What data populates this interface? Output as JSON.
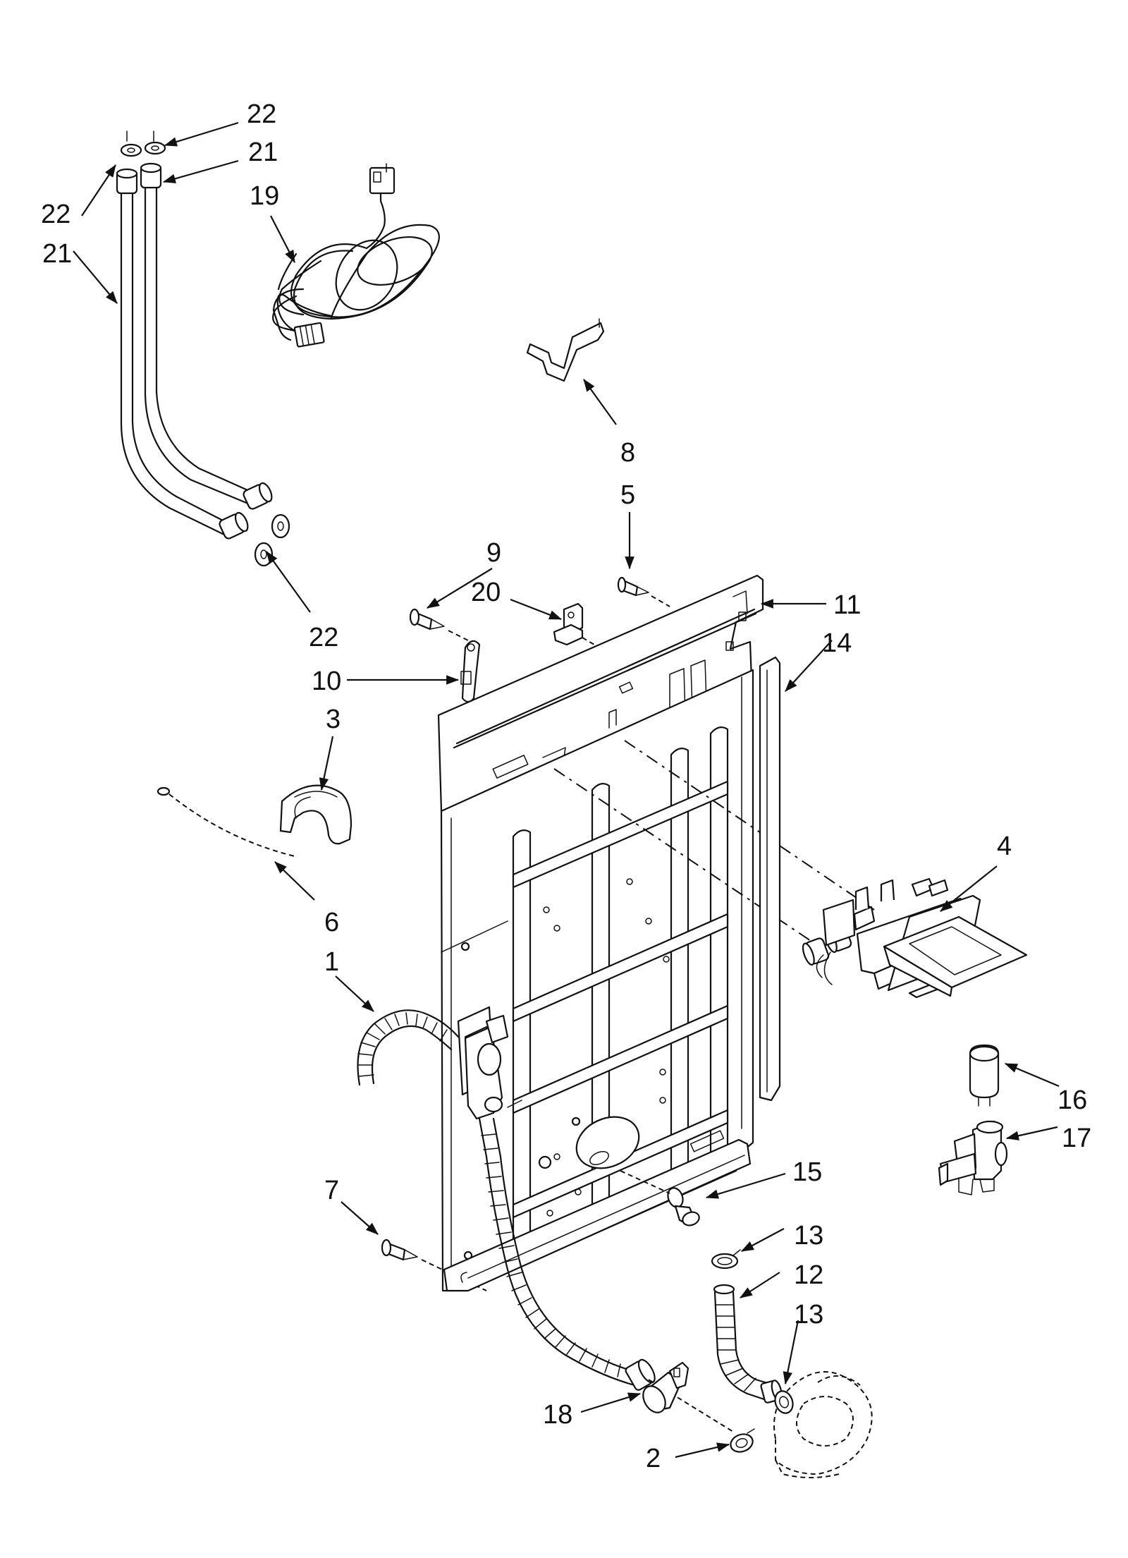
{
  "diagram": {
    "callouts": [
      {
        "id": "c22a",
        "label": "22"
      },
      {
        "id": "c21a",
        "label": "21"
      },
      {
        "id": "c19",
        "label": "19"
      },
      {
        "id": "c22b",
        "label": "22"
      },
      {
        "id": "c21b",
        "label": "21"
      },
      {
        "id": "c8",
        "label": "8"
      },
      {
        "id": "c5",
        "label": "5"
      },
      {
        "id": "c9",
        "label": "9"
      },
      {
        "id": "c20",
        "label": "20"
      },
      {
        "id": "c11",
        "label": "11"
      },
      {
        "id": "c22c",
        "label": "22"
      },
      {
        "id": "c14",
        "label": "14"
      },
      {
        "id": "c10",
        "label": "10"
      },
      {
        "id": "c3",
        "label": "3"
      },
      {
        "id": "c4",
        "label": "4"
      },
      {
        "id": "c6",
        "label": "6"
      },
      {
        "id": "c1",
        "label": "1"
      },
      {
        "id": "c16",
        "label": "16"
      },
      {
        "id": "c17",
        "label": "17"
      },
      {
        "id": "c15",
        "label": "15"
      },
      {
        "id": "c7",
        "label": "7"
      },
      {
        "id": "c13a",
        "label": "13"
      },
      {
        "id": "c12",
        "label": "12"
      },
      {
        "id": "c13b",
        "label": "13"
      },
      {
        "id": "c18",
        "label": "18"
      },
      {
        "id": "c2",
        "label": "2"
      }
    ]
  }
}
